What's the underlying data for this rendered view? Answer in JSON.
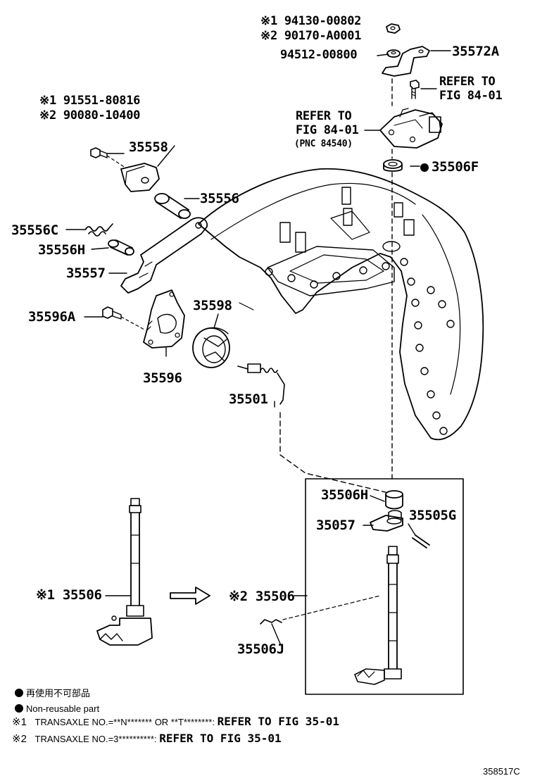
{
  "labels": {
    "p94130": "※1 94130-00802",
    "p90170": "※2 90170-A0001",
    "p94512": "94512-00800",
    "p35572A": "35572A",
    "refer1a": "REFER TO",
    "refer1b": "FIG 84-01",
    "refer2a": "REFER TO",
    "refer2b": "FIG 84-01",
    "pnc": "(PNC 84540)",
    "p35506F": "35506F",
    "p91551": "※1 91551-80816",
    "p90080": "※2 90080-10400",
    "p35558": "35558",
    "p35556": "35556",
    "p35556C": "35556C",
    "p35556H": "35556H",
    "p35557": "35557",
    "p35596A": "35596A",
    "p35598": "35598",
    "p35596": "35596",
    "p35501": "35501",
    "p35506H": "35506H",
    "p35057": "35057",
    "p35505G": "35505G",
    "p35506a": "※1 35506",
    "p35506b": "※2 35506",
    "p35506J": "35506J"
  },
  "legend": {
    "line1": "再使用不可部品",
    "line2": "Non-reusable part",
    "note1_prefix": "※1",
    "note1_text": "TRANSAXLE NO.=**N******* OR **T********:",
    "note1_ref": "REFER TO FIG 35-01",
    "note2_prefix": "※2",
    "note2_text": "TRANSAXLE NO.=3**********:",
    "note2_ref": "REFER TO FIG 35-01"
  },
  "figure_code": "358517C"
}
